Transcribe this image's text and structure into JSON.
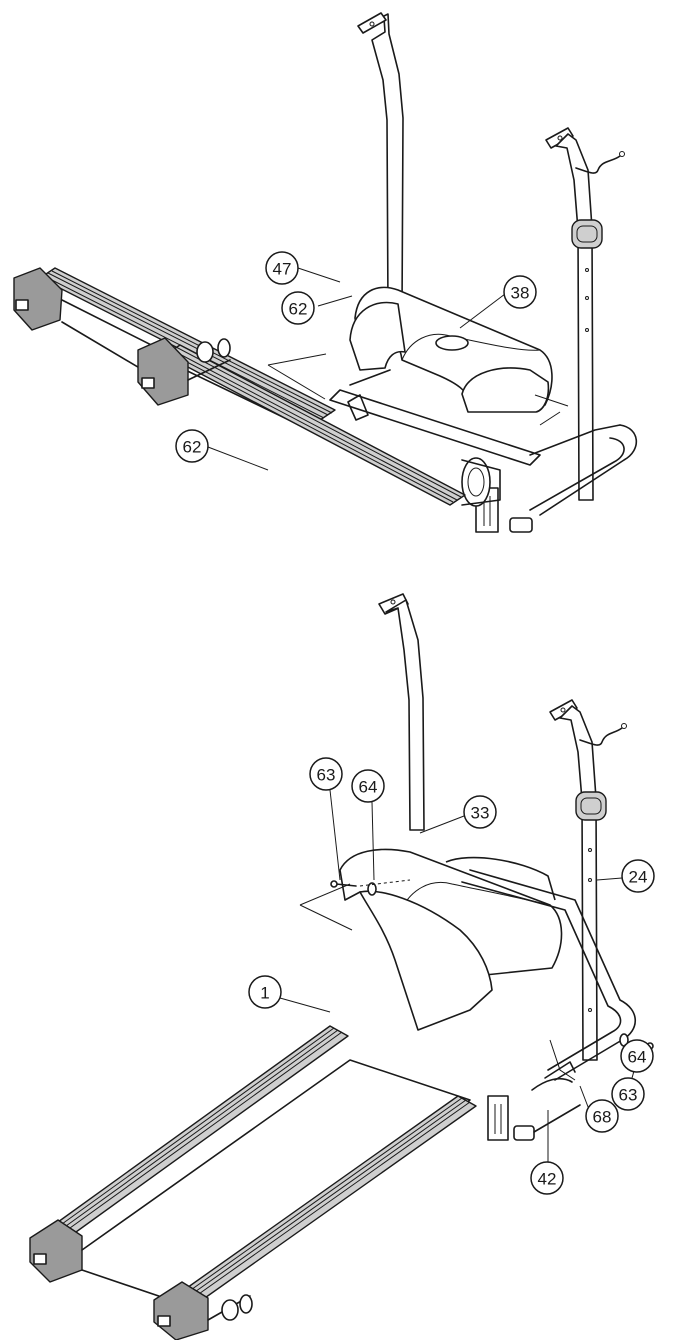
{
  "figure_1": {
    "callouts": [
      {
        "id": "c47",
        "number": "47"
      },
      {
        "id": "c62a",
        "number": "62"
      },
      {
        "id": "c38",
        "number": "38"
      },
      {
        "id": "c62b",
        "number": "62"
      }
    ]
  },
  "figure_2": {
    "callouts": [
      {
        "id": "c63a",
        "number": "63"
      },
      {
        "id": "c64a",
        "number": "64"
      },
      {
        "id": "c33",
        "number": "33"
      },
      {
        "id": "c24",
        "number": "24"
      },
      {
        "id": "c1",
        "number": "1"
      },
      {
        "id": "c64b",
        "number": "64"
      },
      {
        "id": "c63b",
        "number": "63"
      },
      {
        "id": "c68",
        "number": "68"
      },
      {
        "id": "c42",
        "number": "42"
      }
    ]
  },
  "colors": {
    "line": "#1a1a1a",
    "belt_fill": "#cfcfcf",
    "background": "#ffffff"
  }
}
